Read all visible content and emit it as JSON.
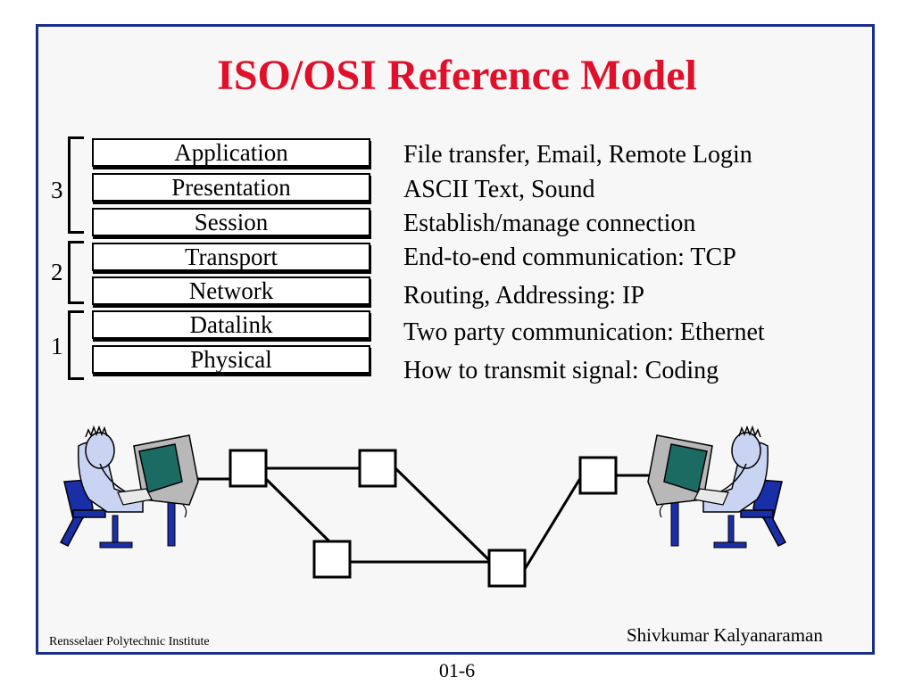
{
  "slide": {
    "title": "ISO/OSI Reference Model",
    "footer_left": "Rensselaer Polytechnic Institute",
    "footer_right": "Shivkumar Kalyanaraman",
    "page_number": "01-6"
  },
  "layers": [
    {
      "name": "Application",
      "description": "File transfer, Email, Remote Login"
    },
    {
      "name": "Presentation",
      "description": "ASCII Text, Sound"
    },
    {
      "name": "Session",
      "description": "Establish/manage connection"
    },
    {
      "name": "Transport",
      "description": "End-to-end communication: TCP"
    },
    {
      "name": "Network",
      "description": "Routing, Addressing: IP"
    },
    {
      "name": "Datalink",
      "description": "Two party communication: Ethernet"
    },
    {
      "name": "Physical",
      "description": "How to transmit signal: Coding"
    }
  ],
  "groups": [
    {
      "label": "3"
    },
    {
      "label": "2"
    },
    {
      "label": "1"
    }
  ],
  "colors": {
    "title": "#e0102a",
    "frame_border": "#1a2e8c",
    "chair": "#1a2ea8",
    "person": "#c9d3f2",
    "screen": "#1b6b63",
    "monitor": "#b8b8b8"
  }
}
